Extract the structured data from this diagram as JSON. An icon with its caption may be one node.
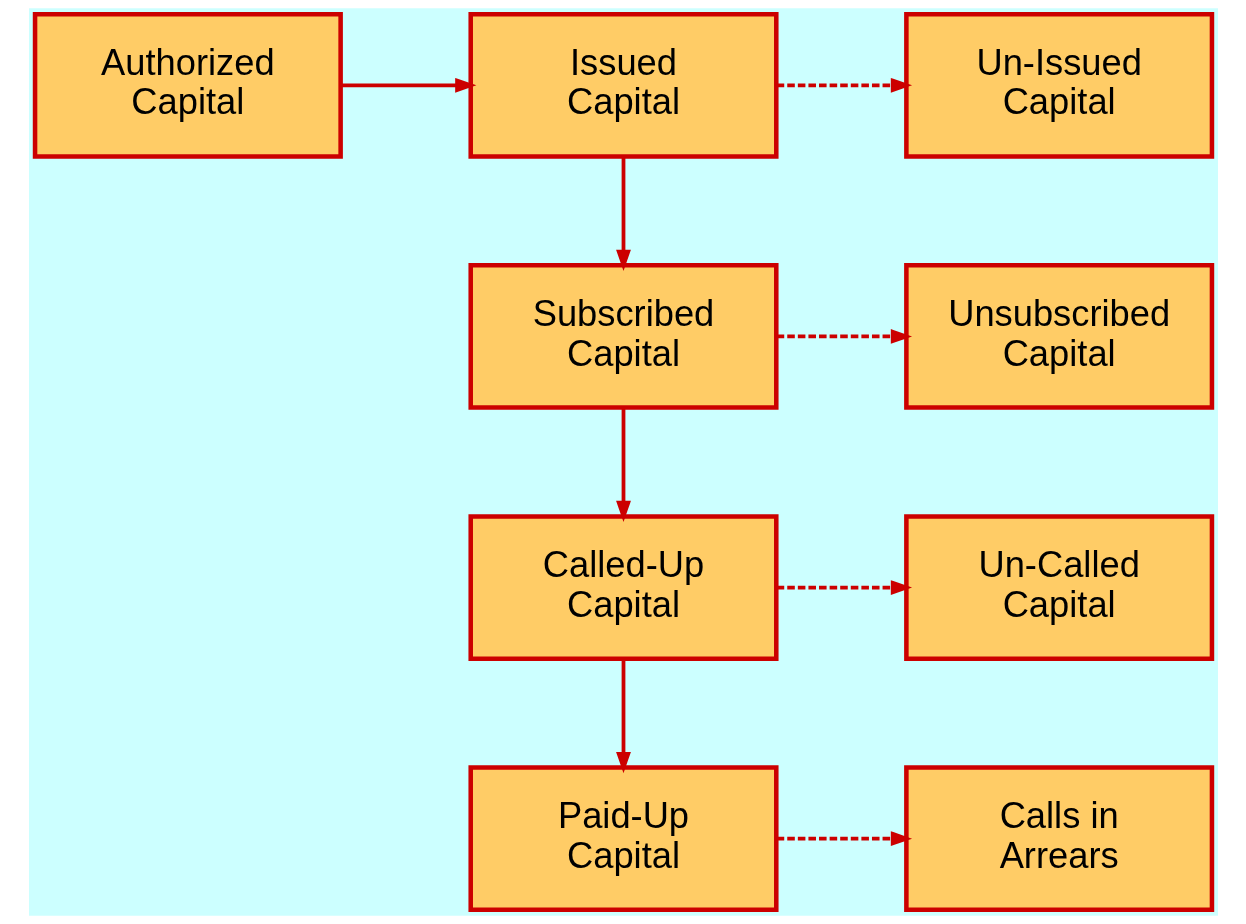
{
  "diagram": {
    "nodes": [
      {
        "text": [
          "Authorized Capital"
        ]
      },
      {
        "text": [
          "Issued Capital"
        ]
      },
      {
        "text": [
          "Un-Issued Capital"
        ]
      },
      {
        "text": [
          "Subscribed Capital"
        ]
      },
      {
        "text": [
          "Unsubscribed Capital"
        ]
      },
      {
        "text": [
          "Called-Up Capital"
        ]
      },
      {
        "text": [
          "Un-Called Capital"
        ]
      },
      {
        "text": [
          "Paid-Up Capital"
        ]
      },
      {
        "text": [
          "Calls in Arrears"
        ]
      }
    ],
    "edges": [
      {
        "from": 0,
        "to": 1,
        "arrow": "to"
      },
      {
        "from": 1,
        "to": 2,
        "arrow": "to",
        "style": "dashed"
      },
      {
        "from": 1,
        "to": 3,
        "arrow": "to"
      },
      {
        "from": 3,
        "to": 4,
        "arrow": "to",
        "style": "dashed"
      },
      {
        "from": 3,
        "to": 5,
        "arrow": "to"
      },
      {
        "from": 5,
        "to": 6,
        "arrow": "to",
        "style": "dashed"
      },
      {
        "from": 5,
        "to": 7,
        "arrow": "to"
      },
      {
        "from": 7,
        "to": 8,
        "arrow": "to",
        "style": "dashed"
      }
    ]
  }
}
